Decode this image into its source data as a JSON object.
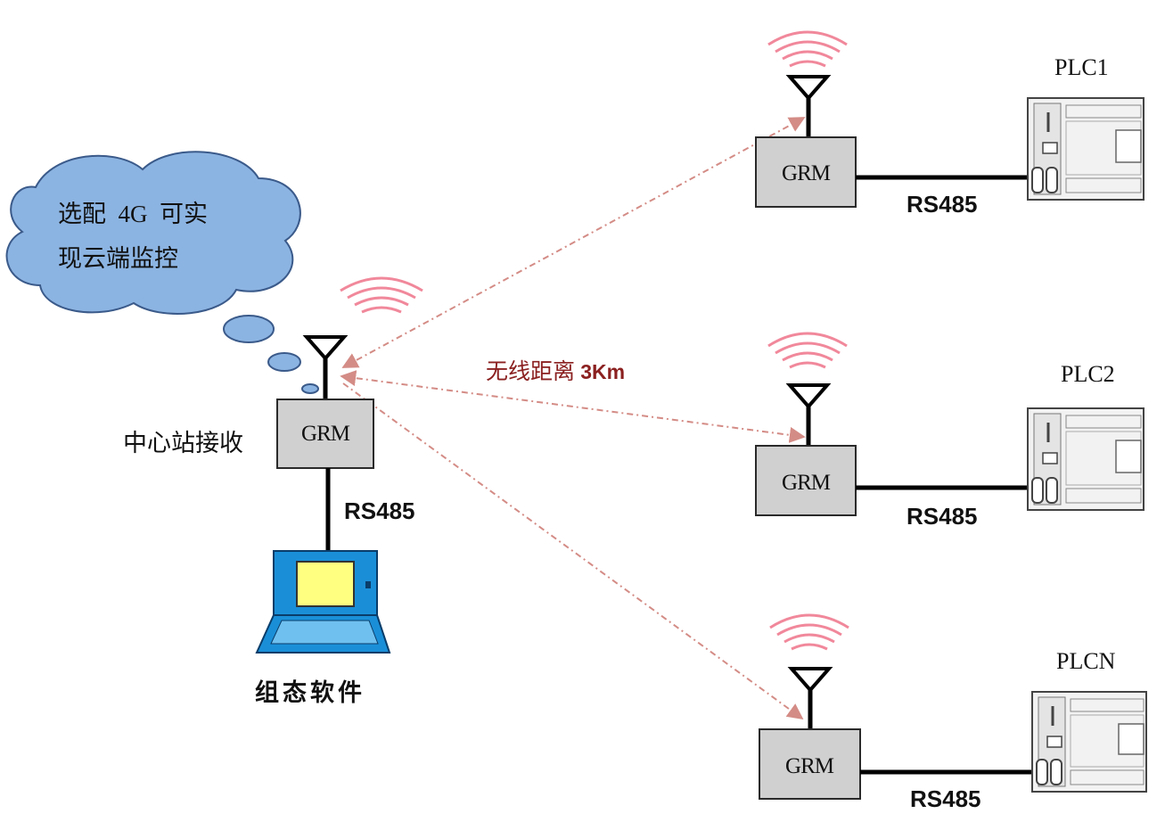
{
  "cloud": {
    "line1": "选配  4G  可实",
    "line2": "现云端监控"
  },
  "center": {
    "station_label": "中心站接收",
    "module_label": "GRM",
    "link_label": "RS485",
    "software_label": "组态软件"
  },
  "wireless": {
    "distance_prefix": "无线距离 ",
    "distance_value": "3Km"
  },
  "nodes": [
    {
      "plc": "PLC1",
      "module": "GRM",
      "link": "RS485"
    },
    {
      "plc": "PLC2",
      "module": "GRM",
      "link": "RS485"
    },
    {
      "plc": "PLCN",
      "module": "GRM",
      "link": "RS485"
    }
  ],
  "colors": {
    "cloud_fill": "#8cb4e2",
    "cloud_stroke": "#3a5a8a",
    "radio_waves": "#f1889b",
    "wireless_link": "#d48c86",
    "module_fill": "#d0d0d0",
    "laptop_body": "#1a8fd8",
    "laptop_screen": "#ffff80",
    "distance_text": "#8b2020"
  }
}
